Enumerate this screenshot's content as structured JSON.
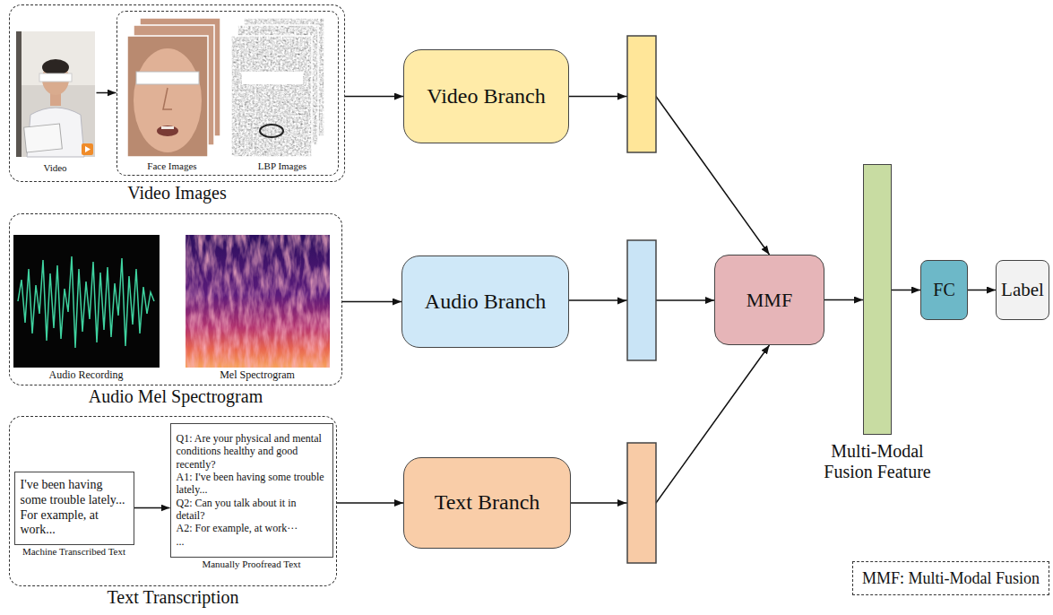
{
  "diagram": {
    "nodes": [
      {
        "text": [
          "Video Images"
        ]
      },
      {
        "text": [
          "Video"
        ],
        "in": 0
      },
      {
        "text": [
          "Face Images",
          "LBP Images"
        ],
        "in": 0
      },
      {
        "text": [
          "Audio Mel Spectrogram"
        ]
      },
      {
        "text": [
          "Audio Recording"
        ],
        "in": 3
      },
      {
        "text": [
          "Mel Spectrogram"
        ],
        "in": 3
      },
      {
        "text": [
          "Text Transcription"
        ]
      },
      {
        "text": [
          "I've been having some trouble lately... For example, at work...",
          "Machine Transcribed Text"
        ],
        "in": 6
      },
      {
        "text": [
          "Q1: Are your physical and mental conditions healthy and good recently?",
          "A1: I've been having some trouble lately...",
          "Q2: Can you talk about it in detail?",
          "A2: For example, at work···",
          "...",
          "Manually Proofread Text"
        ],
        "in": 6
      },
      {
        "text": [
          "Video Branch"
        ]
      },
      {
        "text": [
          "Audio Branch"
        ]
      },
      {
        "text": [
          "Text Branch"
        ]
      },
      {
        "text": [
          "MMF"
        ]
      },
      {
        "text": [
          "Multi-Modal Fusion Feature"
        ]
      },
      {
        "text": [
          "FC"
        ]
      },
      {
        "text": [
          "Label"
        ]
      },
      {
        "text": [
          "MMF: Multi-Modal Fusion"
        ]
      }
    ],
    "edges": [
      {
        "from": 1,
        "to": 2,
        "arrow": "to"
      },
      {
        "from": 7,
        "to": 8,
        "arrow": "to"
      },
      {
        "from": 0,
        "to": 9,
        "arrow": "to"
      },
      {
        "from": 3,
        "to": 10,
        "arrow": "to"
      },
      {
        "from": 6,
        "to": 11,
        "arrow": "to"
      },
      {
        "from": 9,
        "to": 12,
        "arrow": "to"
      },
      {
        "from": 10,
        "to": 12,
        "arrow": "to"
      },
      {
        "from": 11,
        "to": 12,
        "arrow": "to"
      },
      {
        "from": 12,
        "to": 13,
        "arrow": "to"
      },
      {
        "from": 13,
        "to": 14,
        "arrow": "to"
      },
      {
        "from": 14,
        "to": 15,
        "arrow": "to"
      }
    ]
  }
}
